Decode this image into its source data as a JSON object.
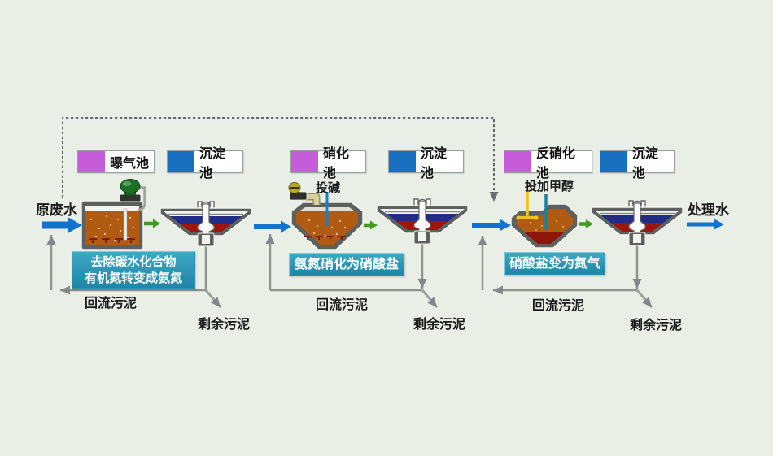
{
  "flow": {
    "influent_label": "原废水",
    "effluent_label": "处理水"
  },
  "legends": [
    {
      "label": "曝气池",
      "color": "#c65cd8"
    },
    {
      "label": "沉淀池",
      "color": "#1a70c0"
    },
    {
      "label": "硝化池",
      "color": "#c65cd8"
    },
    {
      "label": "沉淀池",
      "color": "#1a70c0"
    },
    {
      "label": "反硝化池",
      "color": "#c65cd8"
    },
    {
      "label": "沉淀池",
      "color": "#1a70c0"
    }
  ],
  "feeds": {
    "alkali_label": "投碱",
    "methanol_label": "投加甲醇"
  },
  "captions": [
    {
      "line1": "去除碳水化合物",
      "line2": "有机氮转变成氨氮"
    },
    {
      "line1": "氨氮硝化为硝酸盐"
    },
    {
      "line1": "硝酸盐变为氮气"
    }
  ],
  "sludge": {
    "return_label": "回流污泥",
    "excess_label": "剩余污泥"
  },
  "colors": {
    "background": "#e9eee6",
    "tank_wall_gray": "#5c605e",
    "liquid_brown": "#b05a12",
    "sludge_dark_red": "#9e150b",
    "clarifier_navy": "#202d88",
    "flow_arrow_blue": "#1173cd",
    "transfer_arrow_green": "#3f9a1d",
    "caption_teal": "#2a96b5",
    "return_line_gray": "#8f948f",
    "bypass_dash_gray": "#54585a",
    "alkali_line_blue": "#1e7fc0",
    "methanol_line_teal": "#17849f",
    "mixer_yellow": "#eec31c",
    "pipe_khaki": "#d9d19d"
  }
}
